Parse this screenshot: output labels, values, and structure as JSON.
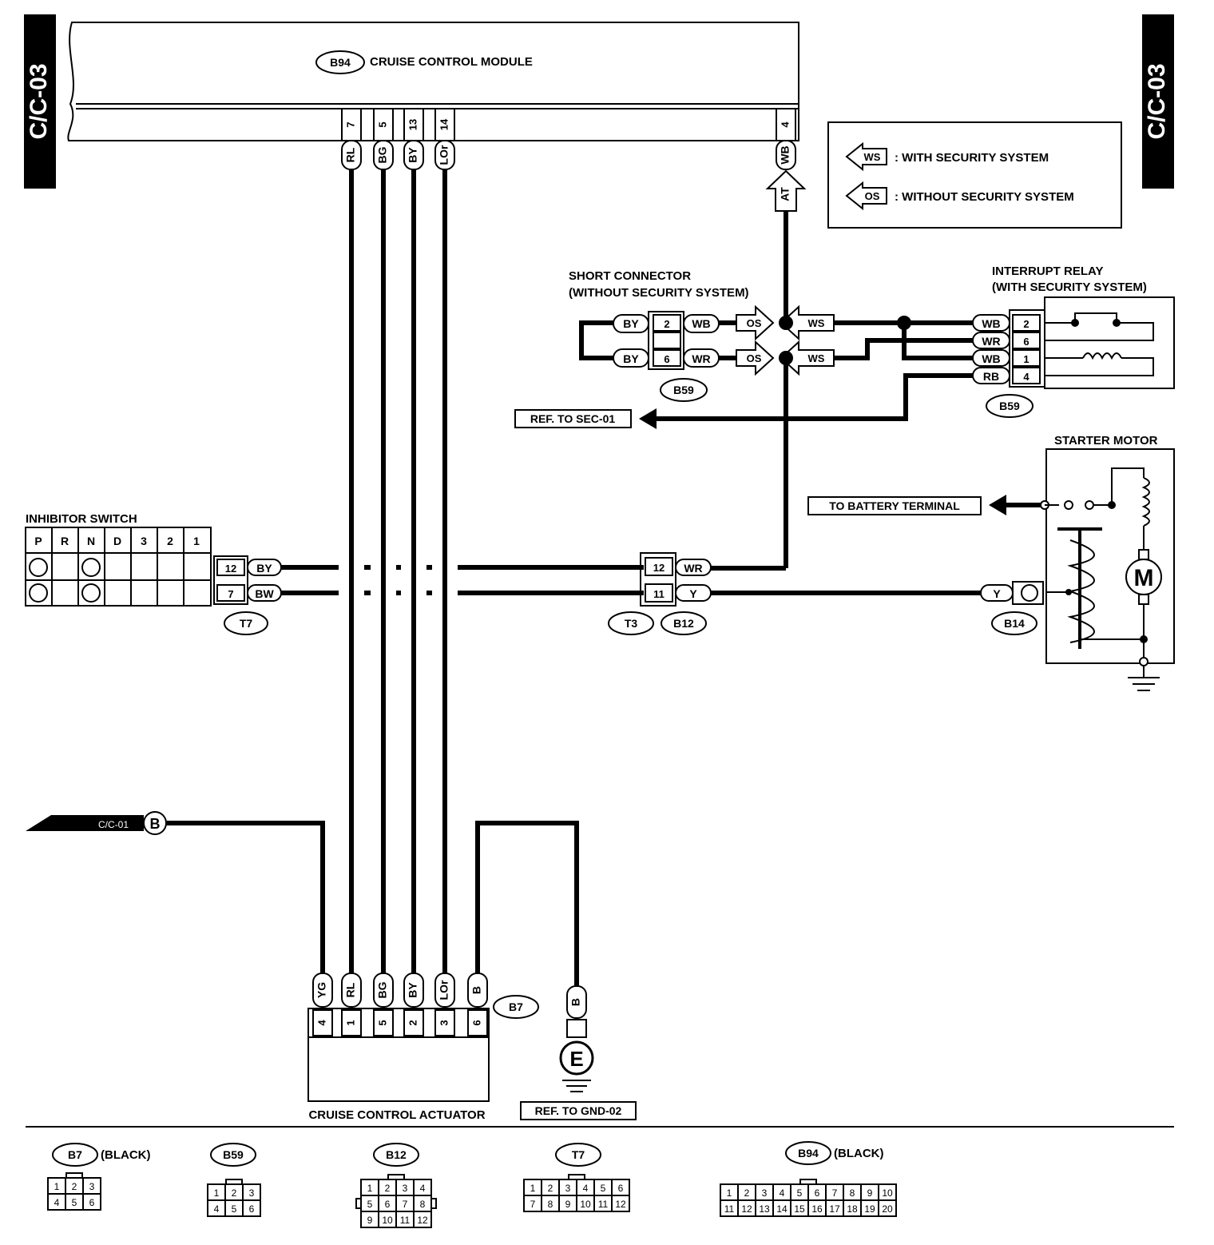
{
  "page_tabs": {
    "left": "C/C-03",
    "right": "C/C-03"
  },
  "module": {
    "code": "B94",
    "name": "CRUISE CONTROL MODULE",
    "pins": [
      {
        "pin": "7",
        "wire": "RL"
      },
      {
        "pin": "5",
        "wire": "BG"
      },
      {
        "pin": "13",
        "wire": "BY"
      },
      {
        "pin": "14",
        "wire": "LOr"
      },
      {
        "pin": "4",
        "wire": "WB"
      }
    ],
    "at_arrow": "AT"
  },
  "legend": {
    "ws": {
      "tag": "WS",
      "text": ": WITH SECURITY SYSTEM"
    },
    "os": {
      "tag": "OS",
      "text": ": WITHOUT SECURITY SYSTEM"
    }
  },
  "short_connector": {
    "title1": "SHORT CONNECTOR",
    "title2": "(WITHOUT SECURITY SYSTEM)",
    "code": "B59",
    "rows": [
      {
        "left": "BY",
        "pin": "2",
        "right": "WB",
        "os": "OS",
        "ws": "WS"
      },
      {
        "left": "BY",
        "pin": "6",
        "right": "WR",
        "os": "OS",
        "ws": "WS"
      }
    ]
  },
  "interrupt_relay": {
    "title1": "INTERRUPT RELAY",
    "title2": "(WITH SECURITY SYSTEM)",
    "code": "B59",
    "rows": [
      {
        "wire": "WB",
        "pin": "2"
      },
      {
        "wire": "WR",
        "pin": "6"
      },
      {
        "wire": "WB",
        "pin": "1"
      },
      {
        "wire": "RB",
        "pin": "4"
      }
    ]
  },
  "ref_sec": "REF. TO SEC-01",
  "starter": {
    "title": "STARTER MOTOR",
    "motor": "M",
    "code": "B14",
    "wire": "Y"
  },
  "battery": "TO BATTERY TERMINAL",
  "inhibitor": {
    "title": "INHIBITOR SWITCH",
    "positions": [
      "P",
      "R",
      "N",
      "D",
      "3",
      "2",
      "1"
    ],
    "code": "T7",
    "rows": [
      {
        "pin": "12",
        "wire": "BY"
      },
      {
        "pin": "7",
        "wire": "BW"
      }
    ]
  },
  "t3b12": {
    "codes": [
      "T3",
      "B12"
    ],
    "rows": [
      {
        "pin": "12",
        "wire": "WR"
      },
      {
        "pin": "11",
        "wire": "Y"
      }
    ]
  },
  "cc01": {
    "ref": "C/C-01",
    "tag": "B"
  },
  "actuator": {
    "name": "CRUISE CONTROL ACTUATOR",
    "code": "B7",
    "pins": [
      {
        "pin": "4",
        "wire": "YG"
      },
      {
        "pin": "1",
        "wire": "RL"
      },
      {
        "pin": "5",
        "wire": "BG"
      },
      {
        "pin": "2",
        "wire": "BY"
      },
      {
        "pin": "3",
        "wire": "LOr"
      },
      {
        "pin": "6",
        "wire": "B"
      }
    ]
  },
  "ground": {
    "wire": "B",
    "tag": "E",
    "ref": "REF. TO GND-02"
  },
  "connector_views": [
    {
      "code": "B7",
      "color": "(BLACK)",
      "rows": [
        [
          "1",
          "2",
          "3"
        ],
        [
          "4",
          "5",
          "6"
        ]
      ]
    },
    {
      "code": "B59",
      "color": "",
      "rows": [
        [
          "1",
          "2",
          "3"
        ],
        [
          "4",
          "5",
          "6"
        ]
      ]
    },
    {
      "code": "B12",
      "color": "",
      "rows": [
        [
          "1",
          "2",
          "3",
          "4"
        ],
        [
          "5",
          "6",
          "7",
          "8"
        ],
        [
          "9",
          "10",
          "11",
          "12"
        ]
      ]
    },
    {
      "code": "T7",
      "color": "",
      "rows": [
        [
          "1",
          "2",
          "3",
          "4",
          "5",
          "6"
        ],
        [
          "7",
          "8",
          "9",
          "10",
          "11",
          "12"
        ]
      ]
    },
    {
      "code": "B94",
      "color": "(BLACK)",
      "rows": [
        [
          "1",
          "2",
          "3",
          "4",
          "5",
          "6",
          "7",
          "8",
          "9",
          "10"
        ],
        [
          "11",
          "12",
          "13",
          "14",
          "15",
          "16",
          "17",
          "18",
          "19",
          "20"
        ]
      ]
    }
  ]
}
